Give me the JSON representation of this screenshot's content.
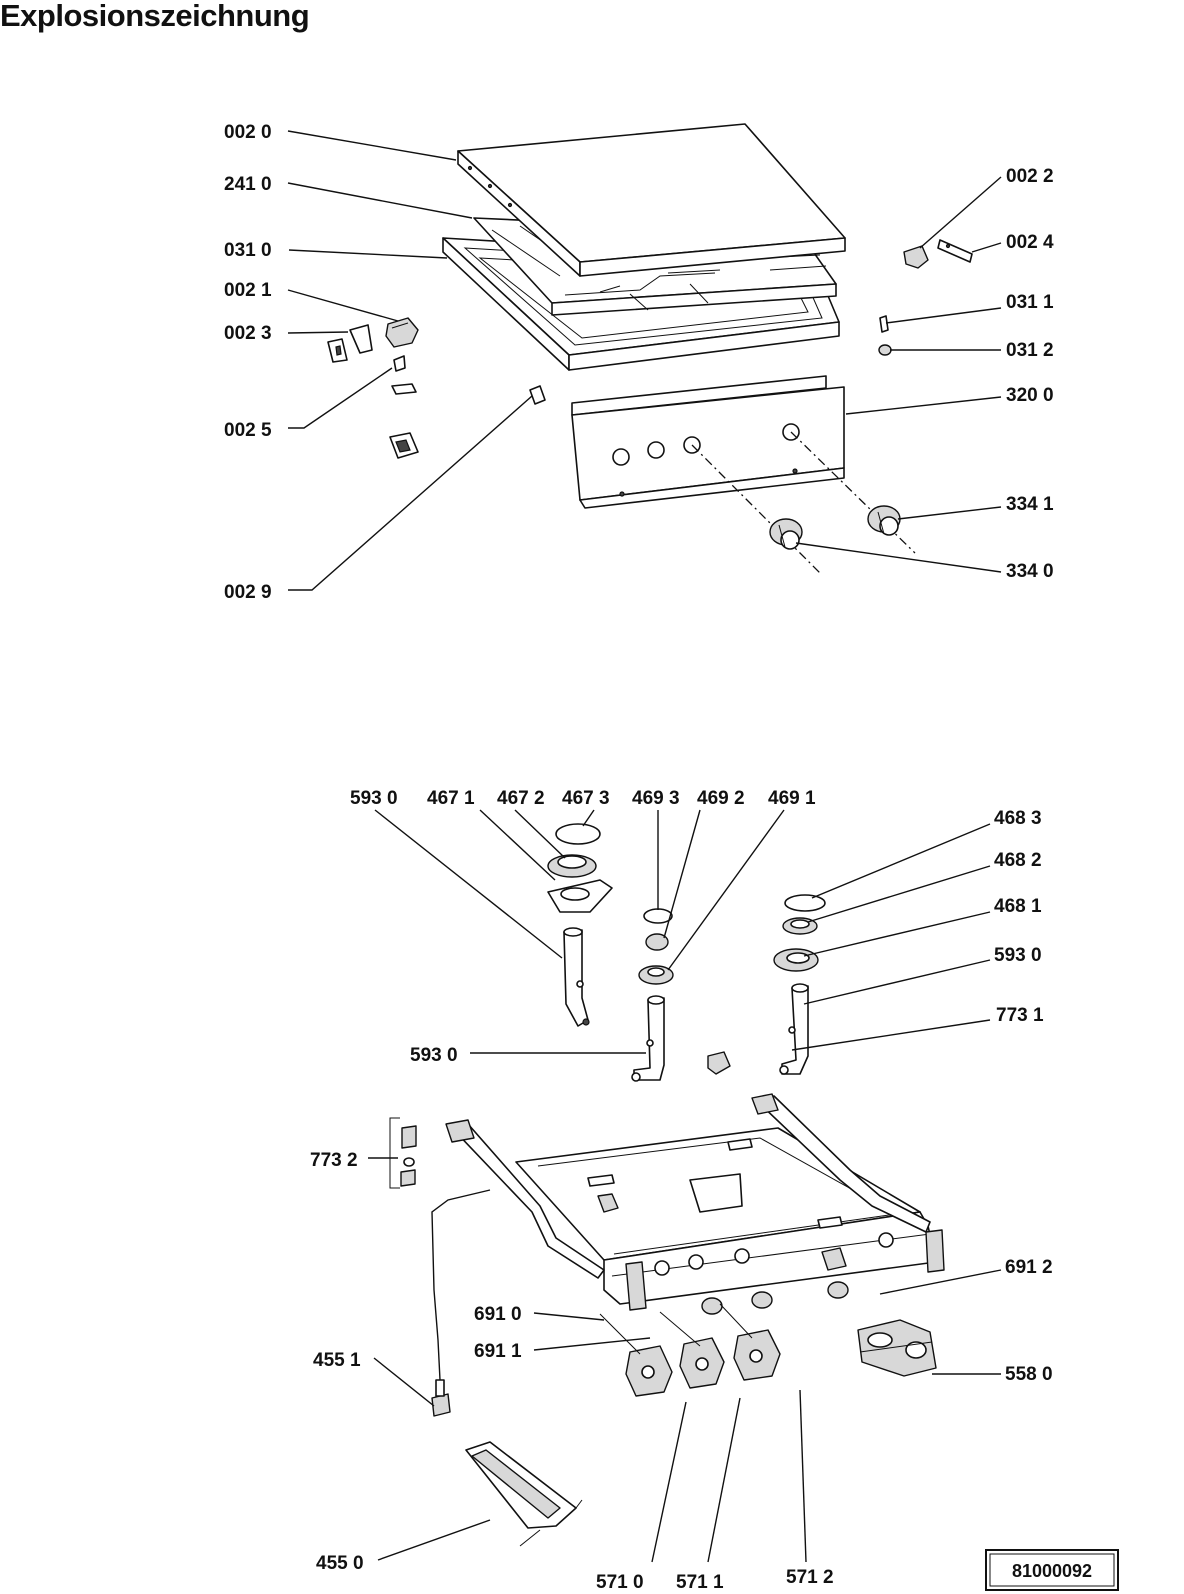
{
  "title": "Explosionszeichnung",
  "drawing_number": "81000092",
  "labels": {
    "l0020": "002 0",
    "l2410": "241 0",
    "l0310": "031 0",
    "l0021": "002 1",
    "l0023": "002 3",
    "l0025": "002 5",
    "l0029": "002 9",
    "l0022": "002 2",
    "l0024": "002 4",
    "l0311": "031 1",
    "l0312": "031 2",
    "l3200": "320 0",
    "l3341": "334 1",
    "l3340": "334 0",
    "l5930a": "593 0",
    "l4671": "467 1",
    "l4672": "467 2",
    "l4673": "467 3",
    "l4693": "469 3",
    "l4692": "469 2",
    "l4691": "469 1",
    "l4683": "468 3",
    "l4682": "468 2",
    "l4681": "468 1",
    "l5930b": "593 0",
    "l7731": "773 1",
    "l5930c": "593 0",
    "l7732": "773 2",
    "l6912": "691 2",
    "l6910": "691 0",
    "l6911": "691 1",
    "l5580": "558 0",
    "l4551": "455 1",
    "l4550": "455 0",
    "l5710": "571 0",
    "l5711": "571 1",
    "l5712": "571 2"
  }
}
